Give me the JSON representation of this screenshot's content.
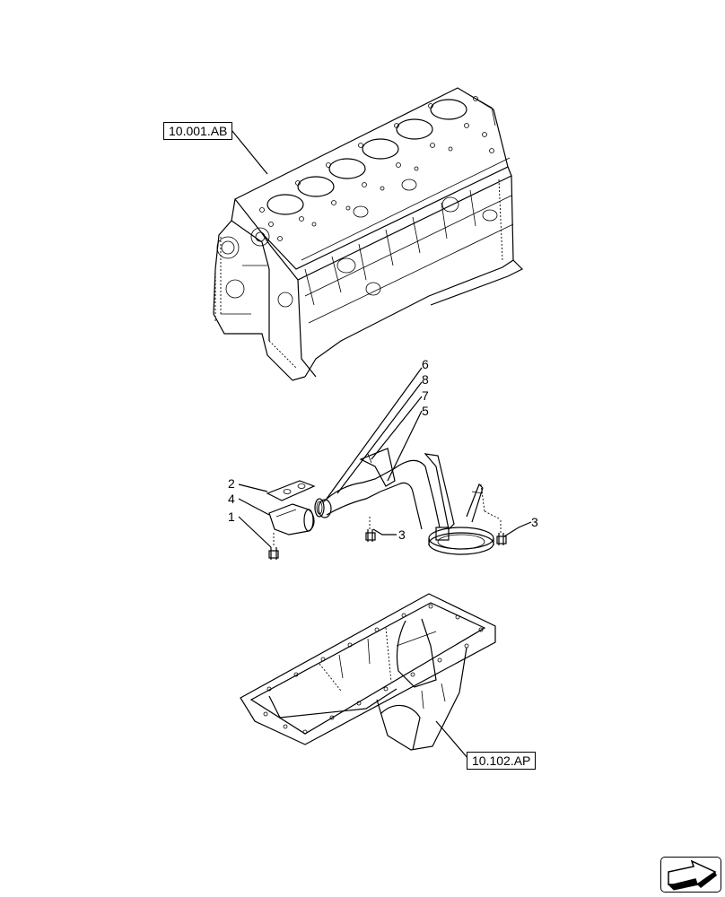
{
  "references": {
    "engine_block": "10.001.AB",
    "oil_pan": "10.102.AP"
  },
  "callouts": [
    "1",
    "2",
    "3",
    "3",
    "4",
    "5",
    "6",
    "7",
    "8"
  ],
  "nav": {
    "icon": "next-page-arrow-icon"
  }
}
